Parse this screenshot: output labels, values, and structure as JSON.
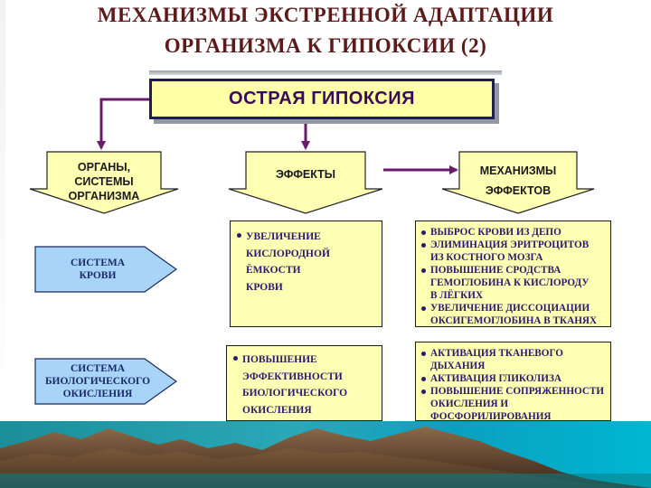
{
  "title": {
    "line1": "МЕХАНИЗМЫ ЭКСТРЕННОЙ АДАПТАЦИИ",
    "line2": "ОРГАНИЗМА К ГИПОКСИИ (2)"
  },
  "main_box": {
    "label": "ОСТРАЯ ГИПОКСИЯ"
  },
  "headers": {
    "organs": [
      "ОРГАНЫ,",
      "СИСТЕМЫ",
      "ОРГАНИЗМА"
    ],
    "effects": [
      "ЭФФЕКТЫ"
    ],
    "mechanisms": [
      "МЕХАНИЗМЫ",
      "ЭФФЕКТОВ"
    ]
  },
  "systems": [
    {
      "lines": [
        "СИСТЕМА",
        "КРОВИ"
      ]
    },
    {
      "lines": [
        "СИСТЕМА",
        "БИОЛОГИЧЕСКОГО",
        "ОКИСЛЕНИЯ"
      ]
    }
  ],
  "effects_rows": [
    {
      "items": [
        {
          "lines": [
            "УВЕЛИЧЕНИЕ",
            "КИСЛОРОДНОЙ",
            "ЁМКОСТИ",
            "КРОВИ"
          ]
        }
      ]
    },
    {
      "items": [
        {
          "lines": [
            "ПОВЫШЕНИЕ",
            "ЭФФЕКТИВНОСТИ",
            "БИОЛОГИЧЕСКОГО",
            "ОКИСЛЕНИЯ"
          ]
        }
      ]
    }
  ],
  "mechanism_rows": [
    {
      "items": [
        {
          "lines": [
            "ВЫБРОС КРОВИ ИЗ ДЕПО"
          ]
        },
        {
          "lines": [
            "ЭЛИМИНАЦИЯ ЭРИТРОЦИТОВ",
            "ИЗ КОСТНОГО МОЗГА"
          ]
        },
        {
          "lines": [
            "ПОВЫШЕНИЕ СРОДСТВА",
            "ГЕМОГЛОБИНА К КИСЛОРОДУ",
            "В ЛЁГКИХ"
          ]
        },
        {
          "lines": [
            "УВЕЛИЧЕНИЕ ДИССОЦИАЦИИ",
            "ОКСИГЕМОГЛОБИНА В ТКАНЯХ"
          ]
        }
      ]
    },
    {
      "items": [
        {
          "lines": [
            "АКТИВАЦИЯ ТКАНЕВОГО",
            "ДЫХАНИЯ"
          ]
        },
        {
          "lines": [
            "АКТИВАЦИЯ ГЛИКОЛИЗА"
          ]
        },
        {
          "lines": [
            "ПОВЫШЕНИЕ СОПРЯЖЕННОСТИ",
            "ОКИСЛЕНИЯ И",
            "ФОСФОРИЛИРОВАНИЯ"
          ]
        }
      ]
    }
  ],
  "colors": {
    "title": "#5c1a1a",
    "main_fill": "#ffffa6",
    "connector": "#6a1a6a",
    "header_fill": "#ffffb4",
    "system_fill": "#a8d4f8",
    "bottom_water": "#1aa8b8"
  }
}
